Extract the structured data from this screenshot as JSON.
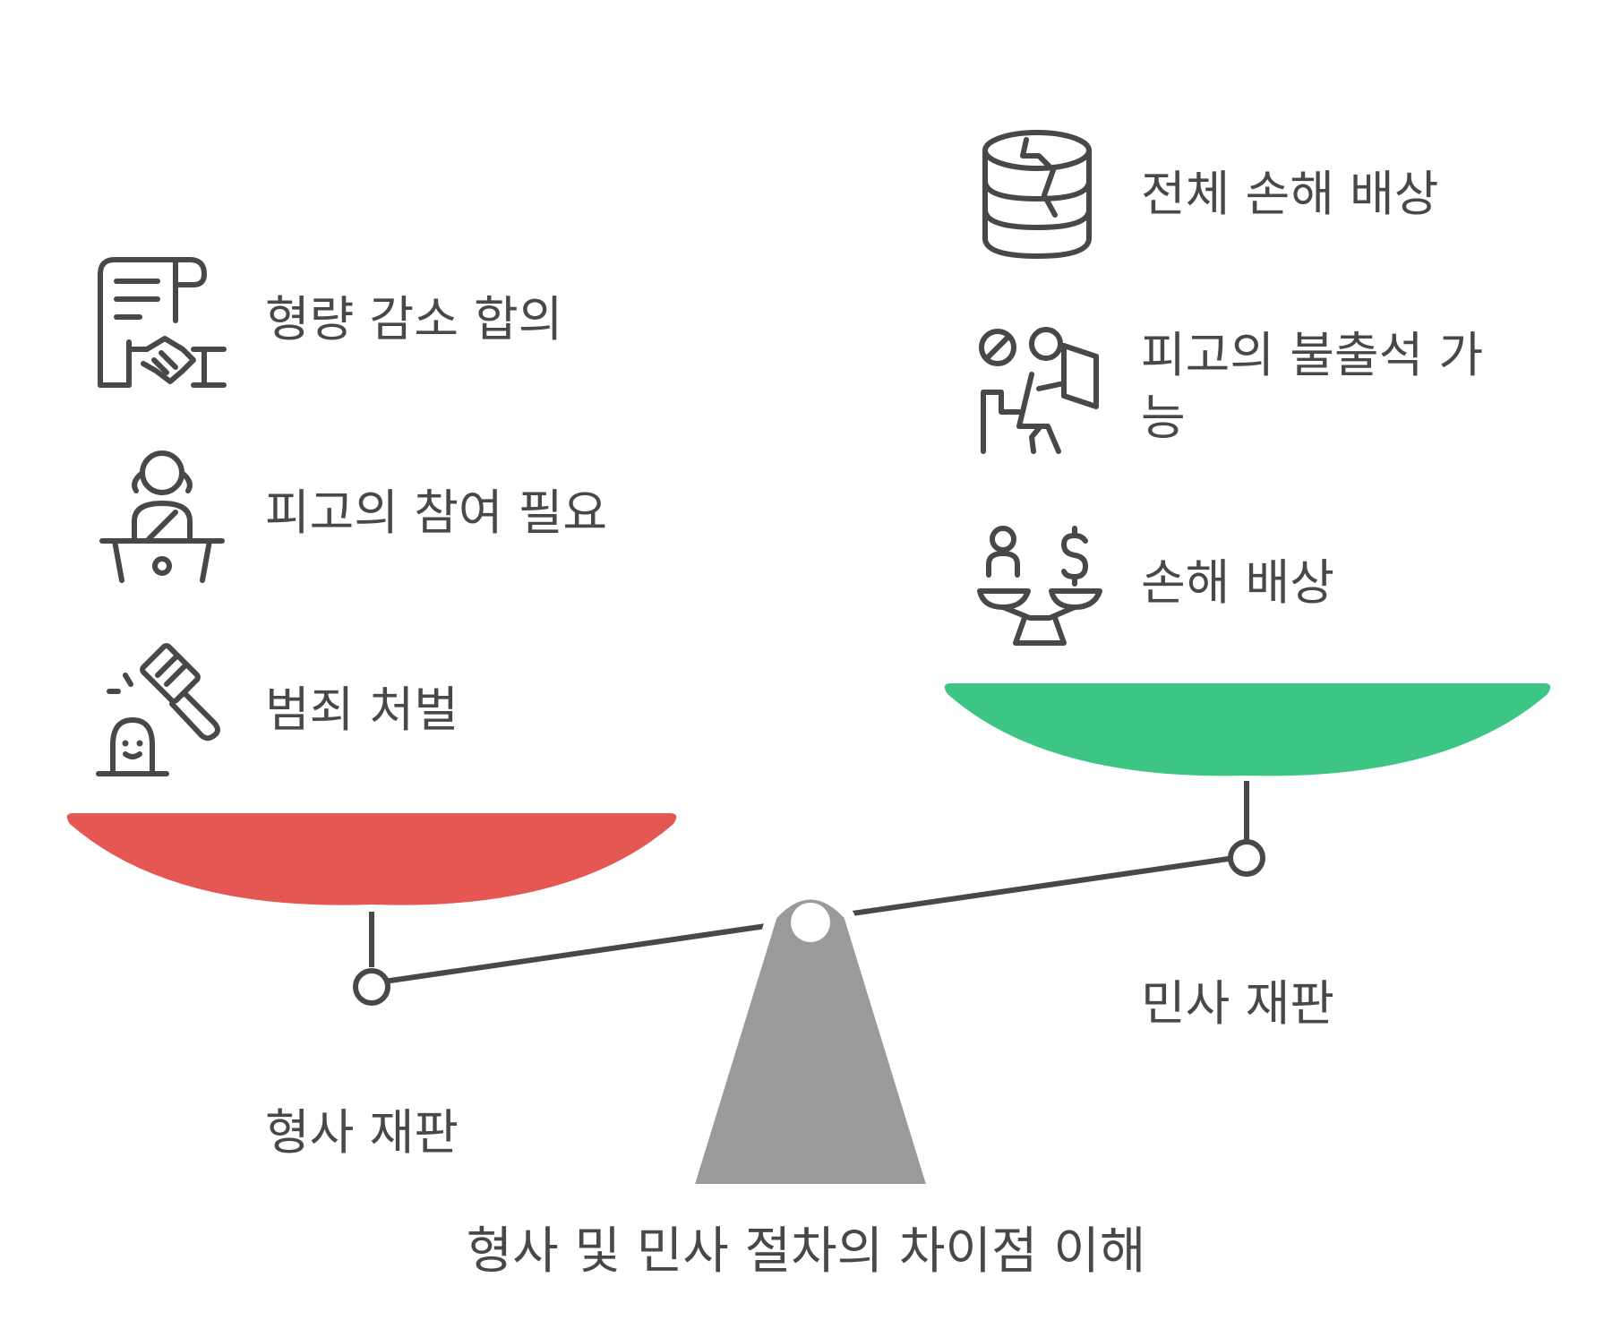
{
  "title": "형사 및 민사 절차의 차이점 이해",
  "colors": {
    "criminal_pan": "#E55753",
    "civil_pan": "#3CC583",
    "fulcrum": "#9A9A9A",
    "line": "#484848"
  },
  "criminal": {
    "label": "형사 재판",
    "items": [
      {
        "text": "형량 감소 합의",
        "icon": "handshake-document-icon"
      },
      {
        "text": "피고의 참여 필요",
        "icon": "defendant-at-bench-icon"
      },
      {
        "text": "범죄 처벌",
        "icon": "gavel-icon"
      }
    ]
  },
  "civil": {
    "label": "민사 재판",
    "items": [
      {
        "text": "전체 손해 배상",
        "icon": "broken-coin-stack-icon"
      },
      {
        "text": "피고의 불출석 가능",
        "icon": "absent-person-icon"
      },
      {
        "text": "손해 배상",
        "icon": "person-money-scale-icon"
      }
    ]
  }
}
